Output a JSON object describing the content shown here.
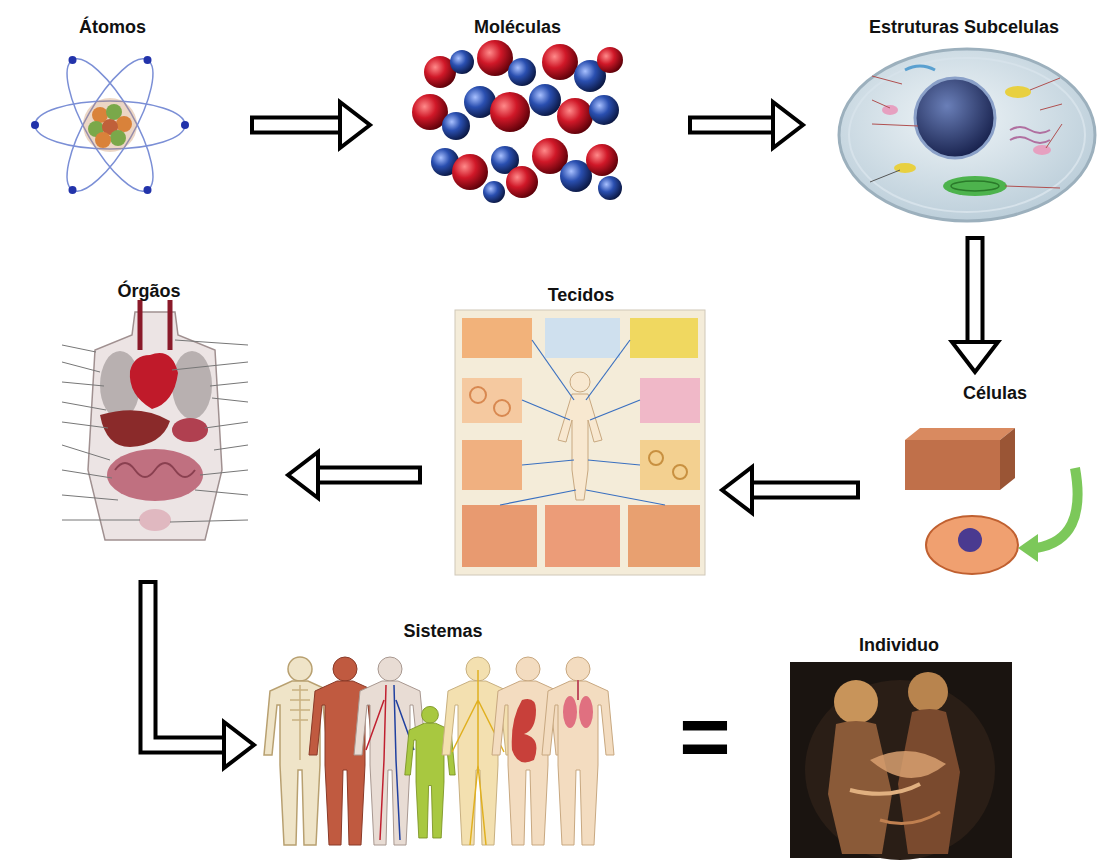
{
  "diagram": {
    "nodes": [
      {
        "text": [
          "Átomos"
        ]
      },
      {
        "text": [
          "Moléculas"
        ]
      },
      {
        "text": [
          "Estruturas Subcelulas"
        ]
      },
      {
        "text": [
          "Células"
        ]
      },
      {
        "text": [
          "Tecidos"
        ]
      },
      {
        "text": [
          "Órgãos"
        ]
      },
      {
        "text": [
          "Sistemas"
        ]
      },
      {
        "text": [
          "Individuo"
        ]
      }
    ],
    "edges": [
      {
        "from": 0,
        "to": 1,
        "arrow": "to"
      },
      {
        "from": 1,
        "to": 2,
        "arrow": "to"
      },
      {
        "from": 2,
        "to": 3,
        "arrow": "to"
      },
      {
        "from": 3,
        "to": 4,
        "arrow": "to"
      },
      {
        "from": 4,
        "to": 5,
        "arrow": "to"
      },
      {
        "from": 5,
        "to": 6,
        "arrow": "to"
      }
    ],
    "labels": [
      "="
    ]
  }
}
